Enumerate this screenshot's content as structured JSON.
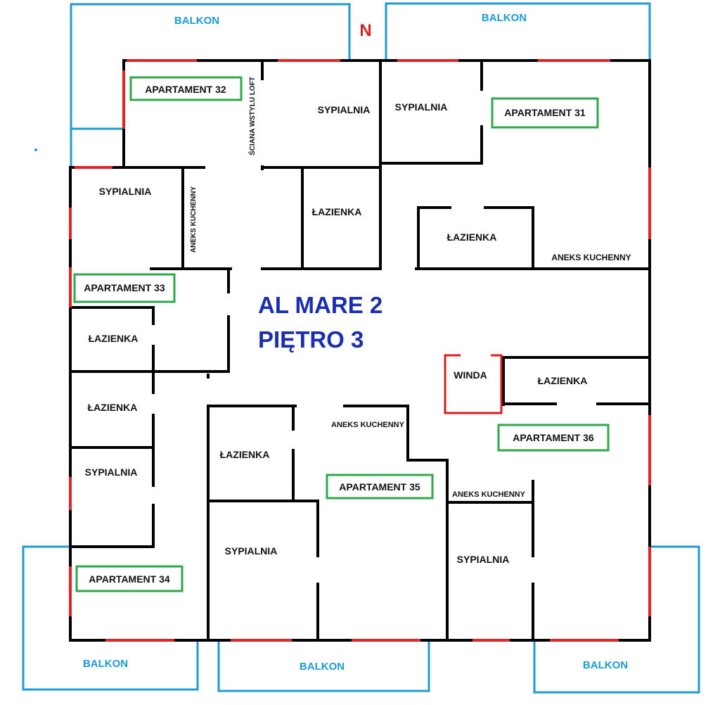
{
  "colors": {
    "wall": "#000000",
    "window": "#e02424",
    "balcony": "#1e9ad6",
    "apartment_box": "#2ea84a",
    "title": "#1a2fb0",
    "north": "#d62020",
    "elevator": "#d62020"
  },
  "north": "N",
  "title": {
    "line1": "AL MARE  2",
    "line2": "PIĘTRO  3"
  },
  "balconies": {
    "top_left": "BALKON",
    "top_right": "BALKON",
    "bottom_left": "BALKON",
    "bottom_center": "BALKON",
    "bottom_right": "BALKON"
  },
  "apartments": {
    "a31": "APARTAMENT 31",
    "a32": "APARTAMENT 32",
    "a33": "APARTAMENT 33",
    "a34": "APARTAMENT 34",
    "a35": "APARTAMENT  35",
    "a36": "APARTAMENT  36"
  },
  "rooms": {
    "sciana_loft": "ŚCIANA WSTYLU LOFT",
    "sypialnia_32": "SYPIALNIA",
    "sypialnia_31": "SYPIALNIA",
    "sypialnia_33": "SYPIALNIA",
    "aneks_33": "ANEKS KUCHENNY",
    "lazienka_32": "ŁAZIENKA",
    "lazienka_31": "ŁAZIENKA",
    "aneks_31": "ANEKS KUCHENNY",
    "lazienka_33": "ŁAZIENKA",
    "lazienka_34": "ŁAZIENKA",
    "sypialnia_34": "SYPIALNIA",
    "winda": "WINDA",
    "lazienka_36": "ŁAZIENKA",
    "aneks_35": "ANEKS KUCHENNY",
    "lazienka_35": "ŁAZIENKA",
    "sypialnia_35": "SYPIALNIA",
    "aneks_36": "ANEKS KUCHENNY",
    "sypialnia_36": "SYPIALNIA"
  }
}
